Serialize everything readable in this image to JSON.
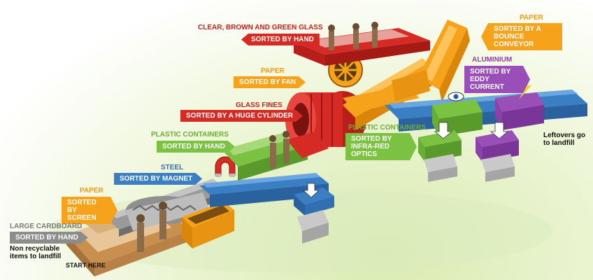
{
  "colors": {
    "red": "#d62b25",
    "orange": "#f7a21b",
    "green": "#7cc242",
    "blue": "#3a7fc4",
    "purple": "#9a4fb8",
    "gray": "#8c8c8c",
    "tan": "#d7a86e"
  },
  "stations": [
    {
      "id": "glass",
      "title": "CLEAR, BROWN AND GREEN GLASS",
      "tag": "SORTED BY HAND",
      "title_color": "#c8201e",
      "tag_color": "#d62b25"
    },
    {
      "id": "paper-bounce",
      "title": "PAPER",
      "tag": "SORTED BY A BOUNCE CONVEYOR",
      "title_color": "#f39a13",
      "tag_color": "#f7a21b"
    },
    {
      "id": "paper-fan",
      "title": "PAPER",
      "tag": "SORTED BY FAN",
      "title_color": "#f39a13",
      "tag_color": "#f7a21b"
    },
    {
      "id": "aluminium",
      "title": "ALUMINIUM",
      "tag": "SORTED BY EDDY CURRENT",
      "title_color": "#8c3fae",
      "tag_color": "#9a4fb8"
    },
    {
      "id": "glass-fines",
      "title": "GLASS FINES",
      "tag": "SORTED BY A HUGE CYLINDER",
      "title_color": "#c8201e",
      "tag_color": "#d62b25"
    },
    {
      "id": "plastic-hand",
      "title": "PLASTIC CONTAINERS",
      "tag": "SORTED BY HAND",
      "title_color": "#6aae33",
      "tag_color": "#7cc242"
    },
    {
      "id": "plastic-optics",
      "title": "PLASTIC CONTAINERS",
      "tag": "SORTED BY INFRA-RED OPTICS",
      "title_color": "#6aae33",
      "tag_color": "#7cc242"
    },
    {
      "id": "steel",
      "title": "STEEL",
      "tag": "SORTED BY MAGNET",
      "title_color": "#2f72b8",
      "tag_color": "#3a7fc4"
    },
    {
      "id": "paper-screen",
      "title": "PAPER",
      "tag": "SORTED BY SCREEN",
      "title_color": "#f39a13",
      "tag_color": "#f7a21b"
    },
    {
      "id": "cardboard",
      "title": "LARGE CARDBOARD",
      "tag": "SORTED BY HAND",
      "title_color": "#7a7a7a",
      "tag_color": "#8c8c8c"
    }
  ],
  "notes": {
    "leftovers": "Leftovers go to landfill",
    "non_recyclable": "Non recyclable items to landfill",
    "start": "START HERE"
  }
}
